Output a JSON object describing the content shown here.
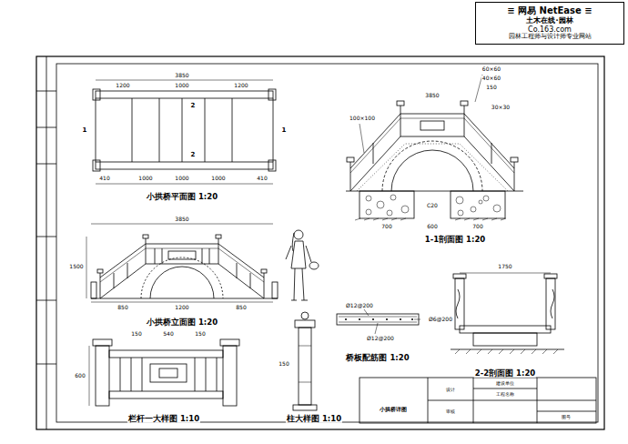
{
  "diagram": {
    "nodes": [
      {
        "text": [
          "≡ 网易 NetEase ≡",
          "土木在线·园林",
          "Co.163.com",
          "园林工程师与设计师专业网站"
        ]
      }
    ],
    "labels": [
      "3850",
      "1200",
      "1000",
      "1200",
      "410",
      "1000",
      "1000",
      "1000",
      "410",
      "1",
      "1",
      "2",
      "2",
      "小拱桥平面图 1:20",
      "3850",
      "1500",
      "850",
      "1200",
      "850",
      "小拱桥立面图 1:20",
      "60×60",
      "40×60",
      "150",
      "30×30",
      "100×100",
      "3850",
      "C20",
      "700",
      "600",
      "700",
      "1-1剖面图 1:20",
      "150",
      "540",
      "150",
      "600",
      "栏杆一大样图 1:10",
      "150",
      "柱大样图 1:10",
      "Ø12@200",
      "Ø6@200",
      "Ø12@200",
      "桥板配筋图 1:20",
      "1750",
      "2-2剖面图 1:20",
      "小拱桥详图",
      "建设单位",
      "工程名称",
      "设计",
      "图号",
      "审核"
    ]
  }
}
